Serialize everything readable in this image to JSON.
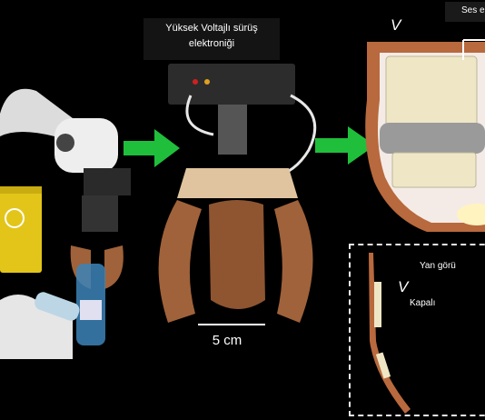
{
  "labels": {
    "title_line1": "Yüksek Voltajlı sürüş",
    "title_line2": "elektroniği",
    "scale": "5 cm",
    "v_top": "V",
    "ses": "Ses e",
    "yan": "Yan görü",
    "v_inset": "V",
    "kapali": "Kapalı"
  },
  "colors": {
    "arrow": "#1fbf3c",
    "background": "#000000",
    "gripper_tan": "#e0c49f",
    "gripper_brown": "#a0623a",
    "pad_cream": "#efe6c6",
    "bin_yellow": "#e3c51a"
  }
}
